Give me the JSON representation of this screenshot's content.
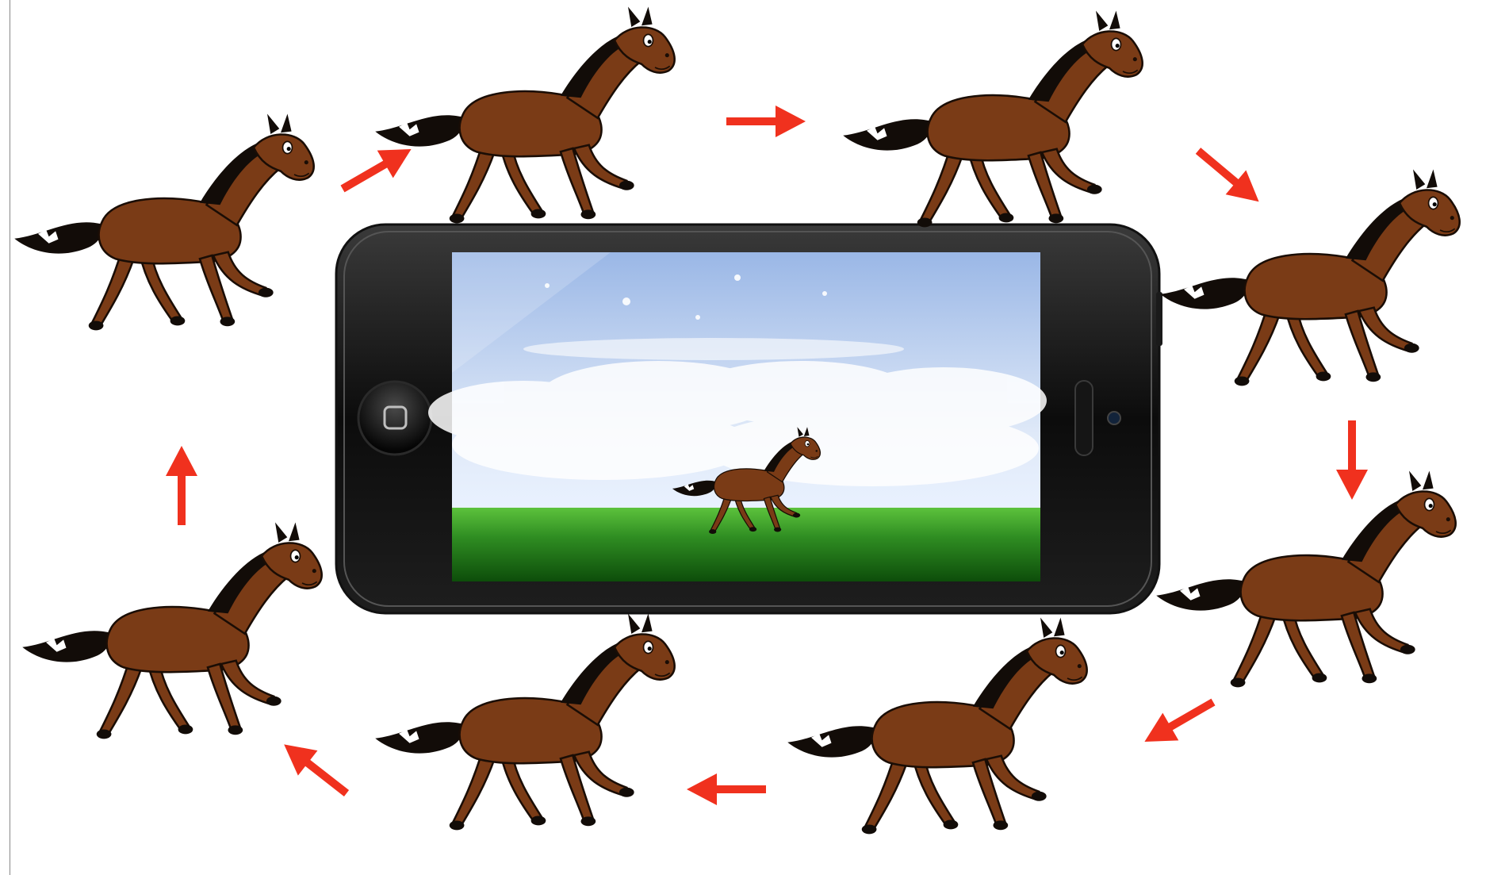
{
  "diagram": {
    "frame_count": 8,
    "frames": [
      {
        "id": 1,
        "pose": "gallop-gathered"
      },
      {
        "id": 2,
        "pose": "gallop-extended"
      },
      {
        "id": 3,
        "pose": "gallop-reach"
      },
      {
        "id": 4,
        "pose": "gallop-tuck"
      },
      {
        "id": 5,
        "pose": "trot-stride"
      },
      {
        "id": 6,
        "pose": "gallop-stretch"
      },
      {
        "id": 7,
        "pose": "gallop-push"
      },
      {
        "id": 8,
        "pose": "gallop-collected"
      }
    ],
    "arrow_color": "#f0311e",
    "horse_colors": {
      "body": "#7a3b16",
      "outline": "#1a0d05",
      "mane": "#120c08",
      "tail_tip": "#ffffff"
    },
    "phone": {
      "icon": "smartphone-icon",
      "home_button_icon": "home-button-icon",
      "screen_scene": {
        "sky_top": "#9ab7e6",
        "sky_bottom": "#eaf2ff",
        "grass_top": "#3fa02a",
        "grass_bottom": "#0d4d0a"
      }
    }
  }
}
